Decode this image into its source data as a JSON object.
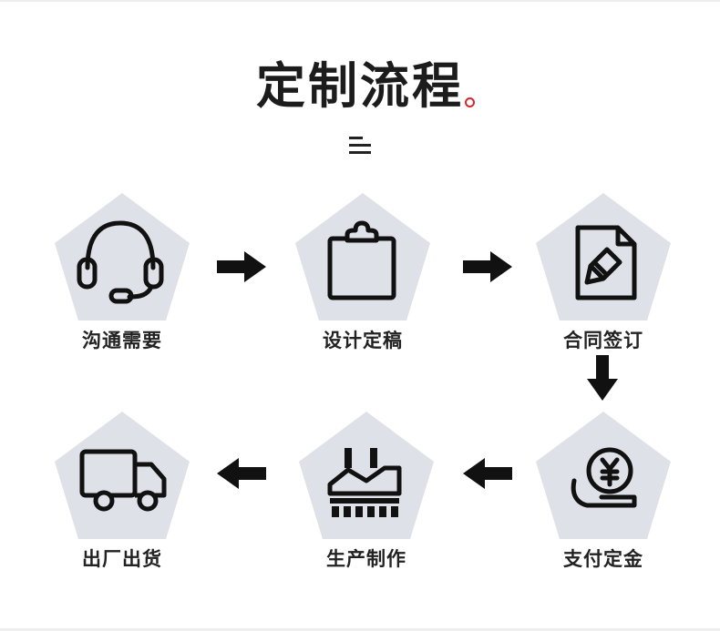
{
  "title": "定制流程",
  "menu_icon": "menu-icon",
  "colors": {
    "pentagon": "#dfe1e8",
    "accent": "#d9252c",
    "text": "#222222"
  },
  "steps": [
    {
      "label": "沟通需要",
      "icon": "headset-icon"
    },
    {
      "label": "设计定稿",
      "icon": "clipboard-icon"
    },
    {
      "label": "合同签订",
      "icon": "contract-pen-icon"
    },
    {
      "label": "支付定金",
      "icon": "yen-coin-hand-icon"
    },
    {
      "label": "生产制作",
      "icon": "factory-icon"
    },
    {
      "label": "出厂出货",
      "icon": "truck-icon"
    }
  ],
  "arrows": [
    "arrow-right",
    "arrow-right",
    "arrow-down",
    "arrow-left",
    "arrow-left"
  ]
}
